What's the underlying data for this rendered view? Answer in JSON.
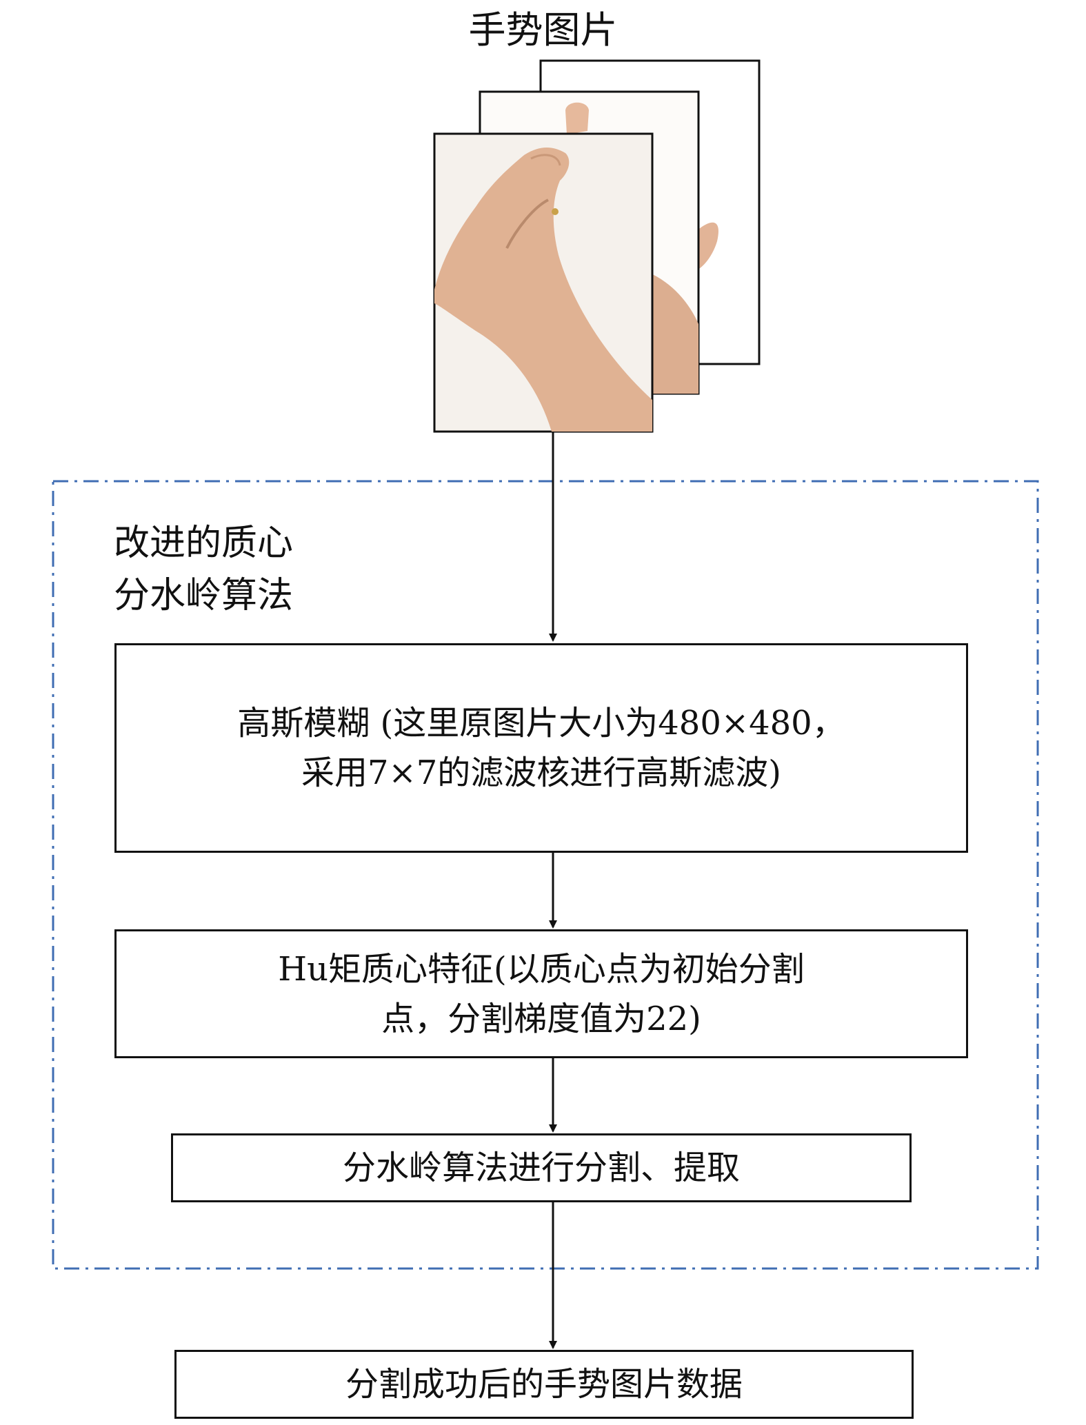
{
  "title": "手势图片",
  "group": {
    "label_line1": "改进的质心",
    "label_line2": "分水岭算法",
    "border_color": "#3f6db3"
  },
  "steps": [
    {
      "line1": "高斯模糊 (这里原图片大小为480×480，",
      "line2": "采用7×7的滤波核进行高斯滤波)"
    },
    {
      "line1": "Hu矩质心特征(以质心点为初始分割",
      "line2": "点，分割梯度值为22)"
    },
    {
      "line1": "分水岭算法进行分割、提取"
    }
  ],
  "output": {
    "line1": "分割成功后的手势图片数据"
  },
  "images": [
    {
      "icon": "hand-photo-icon",
      "depicts": "hand gesture photo"
    },
    {
      "icon": "hand-photo-icon",
      "depicts": "hand gesture photo"
    },
    {
      "icon": "hand-photo-icon",
      "depicts": "hand gesture photo"
    }
  ],
  "colors": {
    "stroke": "#111111",
    "skin": "#e2b497"
  }
}
